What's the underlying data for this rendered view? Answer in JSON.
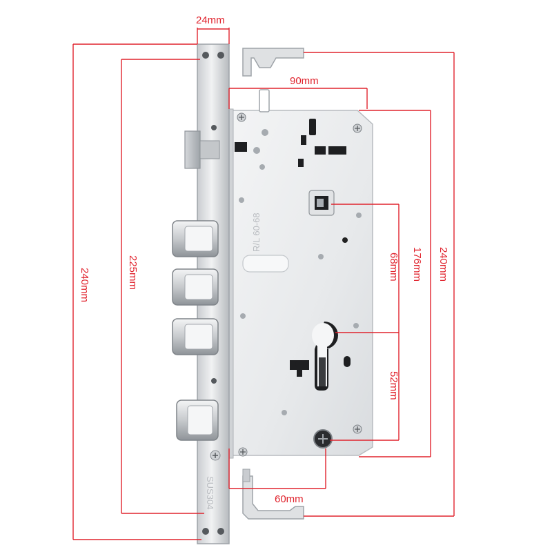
{
  "dimensions": {
    "faceplate_width": "24mm",
    "case_width": "90mm",
    "backset": "60mm",
    "faceplate_length_left": "240mm",
    "faceplate_inner_length": "225mm",
    "handle_to_cylinder": "68mm",
    "case_height": "176mm",
    "faceplate_length_right": "240mm",
    "cylinder_to_screw": "52mm"
  },
  "engravings": {
    "case_marking": "R/L 60-68",
    "faceplate_marking": "SUS304"
  },
  "colors": {
    "dimension_line": "#e0232d",
    "steel_light": "#eef0f2",
    "steel_dark": "#9ea3a8"
  }
}
